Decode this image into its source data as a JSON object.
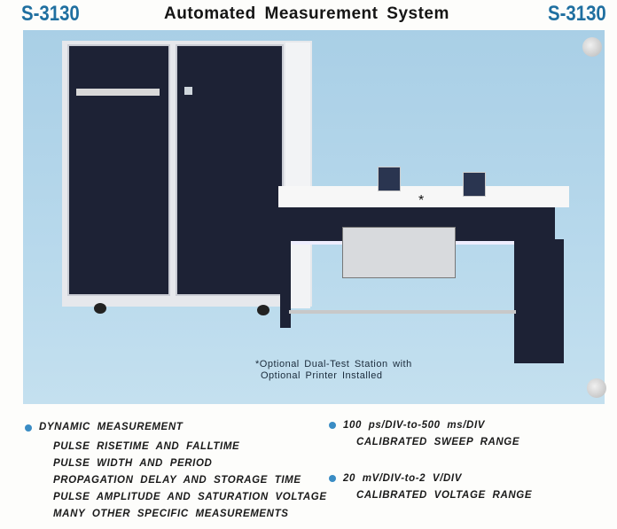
{
  "header": {
    "model_left": "S-3130",
    "title": "Automated Measurement System",
    "model_right": "S-3130"
  },
  "photo": {
    "caption_line1": "*Optional Dual-Test Station with",
    "caption_line2": "Optional Printer Installed",
    "asterisk": "*"
  },
  "features": {
    "left": {
      "heading": "DYNAMIC MEASUREMENT",
      "items": [
        "PULSE RISETIME AND FALLTIME",
        "PULSE WIDTH AND PERIOD",
        "PROPAGATION DELAY AND STORAGE TIME",
        "PULSE AMPLITUDE AND SATURATION VOLTAGE",
        "MANY OTHER SPECIFIC MEASUREMENTS"
      ]
    },
    "right": [
      {
        "heading": "100 ps/DIV-to-500 ms/DIV",
        "sub": "CALIBRATED SWEEP RANGE"
      },
      {
        "heading": "20 mV/DIV-to-2 V/DIV",
        "sub": "CALIBRATED VOLTAGE RANGE"
      }
    ]
  },
  "colors": {
    "accent": "#1f6fa0",
    "photo_bg": "#b8d9ec",
    "bullet": "#3a8cc4"
  }
}
